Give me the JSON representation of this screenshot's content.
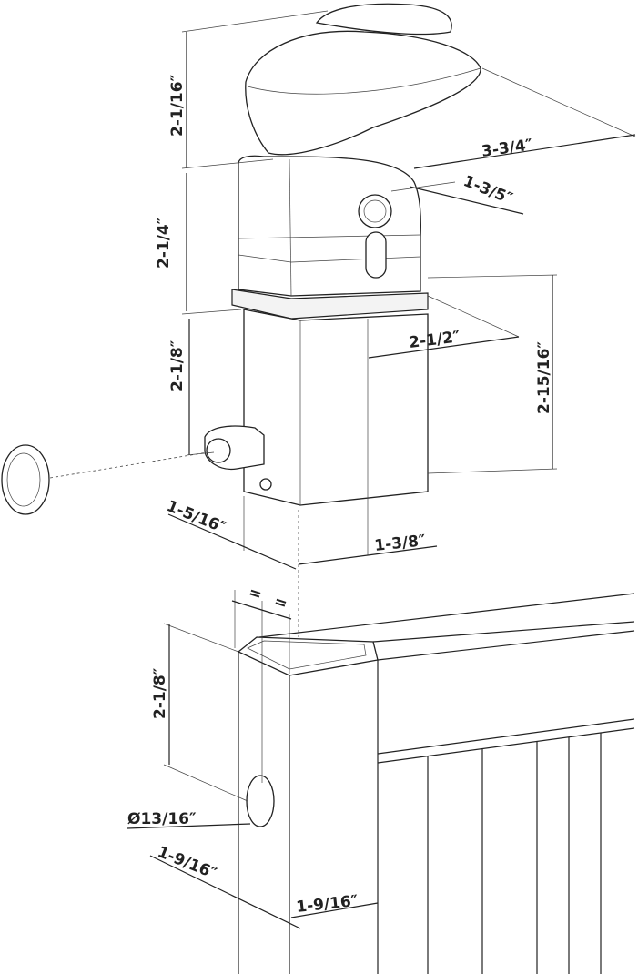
{
  "dimensions": {
    "handle_height": "2-1/16″",
    "handle_length": "3-3/4″",
    "key_offset": "1-3/5″",
    "body_height": "2-1/4″",
    "body_depth": "2-1/2″",
    "total_lower_height": "2-15/16″",
    "knob_height": "2-1/8″",
    "lower_width": "1-5/16″",
    "lower_depth": "1-3/8″",
    "equal_left": "=",
    "equal_right": "=",
    "hole_height": "2-1/8″",
    "hole_diameter": "Ø13/16″",
    "post_width_left": "1-9/16″",
    "post_width_right": "1-9/16″"
  }
}
